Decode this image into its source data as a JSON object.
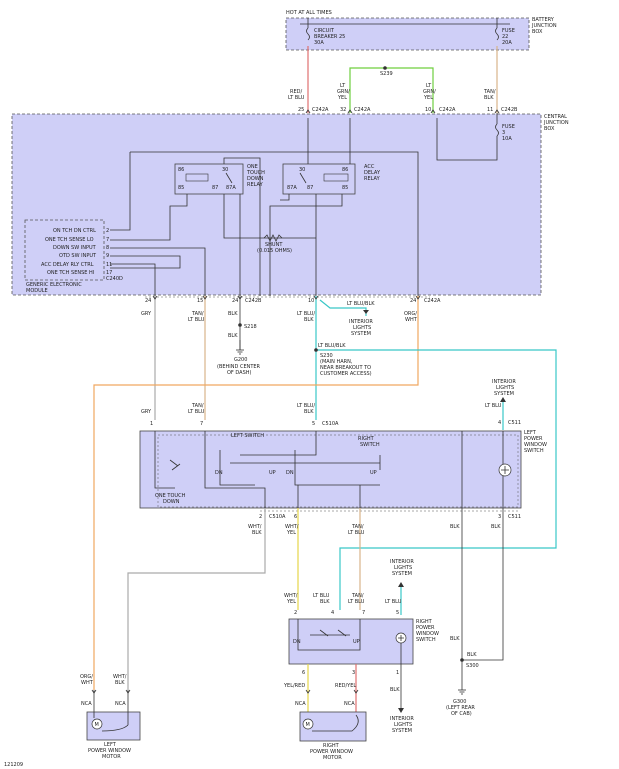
{
  "top": {
    "hot_at_all_times": "HOT AT ALL TIMES",
    "battery_junction_box": [
      "BATTERY",
      "JUNCTION",
      "BOX"
    ],
    "circuit_breaker": [
      "CIRCUIT",
      "BREAKER 25",
      "30A"
    ],
    "fuse_top": [
      "FUSE",
      "22",
      "20A"
    ],
    "s239": "S239"
  },
  "wires_top": {
    "red_lt_blu": [
      "RED/",
      "LT BLU"
    ],
    "lt_grn_yel_1": [
      "LT",
      "GRN/",
      "YEL"
    ],
    "lt_grn_yel_2": [
      "LT",
      "GRN/",
      "YEL"
    ],
    "tan_blk": [
      "TAN/",
      "BLK"
    ]
  },
  "cjb": {
    "title": [
      "CENTRAL",
      "JUNCTION",
      "BOX"
    ],
    "pins_top": [
      "25",
      "32",
      "10",
      "11"
    ],
    "conns_top": [
      "C242A",
      "C242A",
      "C242A",
      "C242B"
    ],
    "fuse": [
      "FUSE",
      "3",
      "10A"
    ],
    "one_touch_relay": [
      "ONE",
      "TOUCH",
      "DOWN",
      "RELAY"
    ],
    "acc_delay_relay": [
      "ACC",
      "DELAY",
      "RELAY"
    ],
    "relay1_pins": [
      "86",
      "30",
      "85",
      "87",
      "87A"
    ],
    "relay2_pins": [
      "30",
      "86",
      "87A",
      "87",
      "85"
    ],
    "shunt": [
      "SHUNT",
      "(0.015 OHMS)"
    ],
    "gem_label": [
      "GENERIC ELECTRONIC",
      "MODULE"
    ],
    "gem_inputs": [
      "ON TCH DN CTRL",
      "ONE TCH SENSE LO",
      "DOWN SW INPUT",
      "OTD SW INPUT",
      "ACC DELAY RLY CTRL",
      "ONE TCH SENSE HI"
    ],
    "gem_pins": [
      "2",
      "7",
      "8",
      "9",
      "11",
      "17"
    ],
    "c240d": "C240D",
    "pins_bottom": [
      "24",
      "15",
      "24",
      "10",
      "24"
    ],
    "c242b": "C242B",
    "c242a_bottom": "C242A"
  },
  "mid": {
    "gry": "GRY",
    "tan_lt_blu": [
      "TAN/",
      "LT BLU"
    ],
    "blk": "BLK",
    "lt_blu_blk": [
      "LT BLU/",
      "BLK"
    ],
    "org_wht": [
      "ORG/",
      "WHT"
    ],
    "lt_blu_blk_h": "LT BLU/BLK",
    "interior_lights_1": [
      "INTERIOR",
      "LIGHTS",
      "SYSTEM"
    ],
    "s218": "S218",
    "g200": [
      "G200",
      "(BEHIND CENTER",
      "OF DASH)"
    ],
    "s230_h": "LT BLU/BLK",
    "s230": [
      "S230",
      "(MAIN HARN,",
      "NEAR BREAKOUT TO",
      "CUSTOMER ACCESS)"
    ],
    "interior_lights_2": [
      "INTERIOR",
      "LIGHTS",
      "SYSTEM"
    ],
    "lt_blu": "LT BLU",
    "pin4": "4",
    "c511": "C511"
  },
  "lps": {
    "gry": "GRY",
    "tan_lt_blu": [
      "TAN/",
      "LT BLU"
    ],
    "lt_blu_blk": [
      "LT BLU/",
      "BLK"
    ],
    "pins_top": [
      "1",
      "7",
      "5"
    ],
    "c510a": "C510A",
    "left_switch": "LEFT SWITCH",
    "right_switch": [
      "RIGHT",
      "SWITCH"
    ],
    "dn_up": [
      "DN",
      "UP",
      "DN",
      "UP"
    ],
    "one_touch_down": [
      "ONE TOUCH",
      "DOWN"
    ],
    "title": [
      "LEFT",
      "POWER",
      "WINDOW",
      "SWITCH"
    ],
    "pins_bottom": [
      "2",
      "6",
      "3"
    ],
    "c510a_b": "C510A",
    "c511_b": "C511"
  },
  "lower": {
    "wht_blk": [
      "WHT/",
      "BLK"
    ],
    "wht_yel": [
      "WHT/",
      "YEL"
    ],
    "tan_lt_blu": [
      "TAN/",
      "LT BLU"
    ],
    "blk1": "BLK",
    "blk2": "BLK",
    "interior_lights_3": [
      "INTERIOR",
      "LIGHTS",
      "SYSTEM"
    ],
    "lt_blu": "LT BLU"
  },
  "rps": {
    "wht_yel": [
      "WHT/",
      "YEL"
    ],
    "lt_blu_blk": [
      "LT BLU",
      "BLK"
    ],
    "tan_lt_blu": [
      "TAN/",
      "LT BLU"
    ],
    "pins_top": [
      "2",
      "4",
      "7",
      "5"
    ],
    "dn_up": [
      "DN",
      "UP"
    ],
    "title": [
      "RIGHT",
      "POWER",
      "WINDOW",
      "SWITCH"
    ],
    "pins_bottom": [
      "6",
      "3",
      "1"
    ],
    "blk": "BLK",
    "interior_lights": [
      "INTERIOR",
      "LIGHTS",
      "SYSTEM"
    ]
  },
  "ground": {
    "blk": "BLK",
    "blk2": "BLK",
    "s300": "S300",
    "g300": [
      "G300",
      "(LEFT REAR",
      "OF CAB)"
    ]
  },
  "motors": {
    "left_wires": [
      [
        "ORG/",
        "WHT"
      ],
      [
        "WHT/",
        "BLK"
      ]
    ],
    "left_nca": [
      "NCA",
      "NCA"
    ],
    "left_title": [
      "LEFT",
      "POWER WINDOW",
      "MOTOR"
    ],
    "right_wires": [
      "YEL/RED",
      "RED/YEL"
    ],
    "right_nca": [
      "NCA",
      "NCA"
    ],
    "right_pins": [
      "6",
      "3"
    ],
    "right_title": [
      "RIGHT",
      "POWER WINDOW",
      "MOTOR"
    ],
    "m": "M"
  },
  "footer": {
    "id": "121209"
  },
  "colors": {
    "box_fill": "#cfcff7",
    "red_lt_blu": "#e07070",
    "lt_grn_yel": "#6fcf3f",
    "lt_blu_blk": "#39c7c7",
    "org_wht": "#f0a860",
    "tan": "#d8b58a",
    "gry": "#aaaaaa",
    "yel": "#e6d44a"
  }
}
